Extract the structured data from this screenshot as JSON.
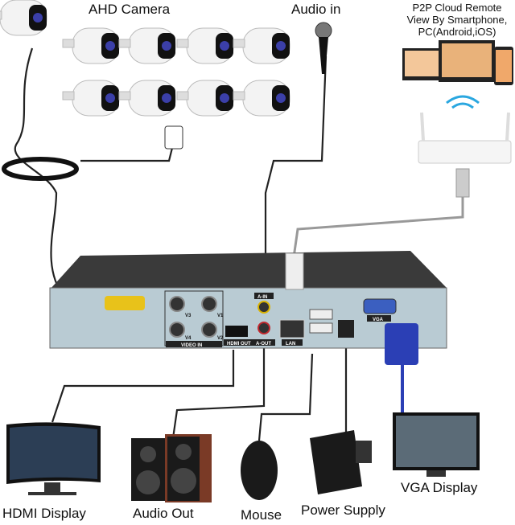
{
  "labels": {
    "camera": "AHD Camera",
    "audio_in": "Audio in",
    "p2p_line1": "P2P Cloud Remote",
    "p2p_line2": "View By Smartphone,",
    "p2p_line3": "PC(Android,iOS)",
    "hdmi_display": "HDMI Display",
    "audio_out": "Audio Out",
    "mouse": "Mouse",
    "power_supply": "Power Supply",
    "vga_display": "VGA Display"
  },
  "ports": {
    "v1": "V1",
    "v2": "V2",
    "v3": "V3",
    "v4": "V4",
    "video_in": "VIDEO IN",
    "a_in": "A-IN",
    "a_out": "A-OUT",
    "lan": "LAN",
    "vga": "VGA",
    "hdmi": "HDMI OUT"
  },
  "colors": {
    "dvr_panel": "#b9cbd3",
    "dvr_top": "#3a3a3a",
    "vga_connector": "#2b3fb5",
    "bnc_connector": "#e8c21a",
    "cable": "#222222"
  }
}
